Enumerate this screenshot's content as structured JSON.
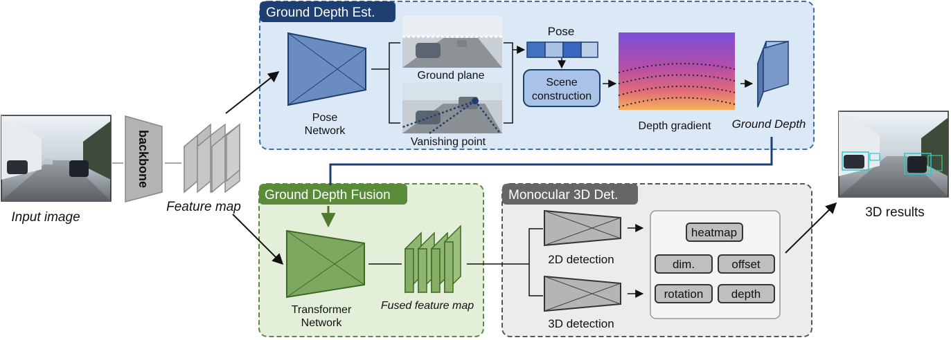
{
  "input": {
    "label": "Input image"
  },
  "backbone": {
    "label": "backbone"
  },
  "feature_map": {
    "label": "Feature map"
  },
  "ground_depth_est": {
    "title": "Ground Depth Est.",
    "pose_network": [
      "Pose",
      "Network"
    ],
    "ground_plane": "Ground plane",
    "vanishing_point": "Vanishing point",
    "pose": "Pose",
    "scene_construction": [
      "Scene",
      "construction"
    ],
    "depth_gradient": "Depth gradient",
    "ground_depth": "Ground Depth"
  },
  "ground_depth_fusion": {
    "title": "Ground Depth Fusion",
    "transformer_network": [
      "Transformer",
      "Network"
    ],
    "fused_feature_map": "Fused feature map"
  },
  "mono3d": {
    "title": "Monocular 3D Det.",
    "det2d": "2D detection",
    "det3d": "3D detection",
    "heads": [
      "heatmap",
      "dim.",
      "offset",
      "rotation",
      "depth"
    ]
  },
  "results": {
    "label": "3D results"
  },
  "colors": {
    "blue_panel": "#dbe8f5",
    "blue_border": "#3d6fa8",
    "blue_header": "#1d3f72",
    "green_panel": "#e4efd9",
    "green_border": "#5c8a3c",
    "green_header": "#5a8b38",
    "gray_panel": "#ececec",
    "gray_border": "#555555",
    "gray_header": "#666666",
    "network_blue": "#6b8cc0",
    "network_green": "#7ea860",
    "head_fill": "#bfbfbf"
  }
}
